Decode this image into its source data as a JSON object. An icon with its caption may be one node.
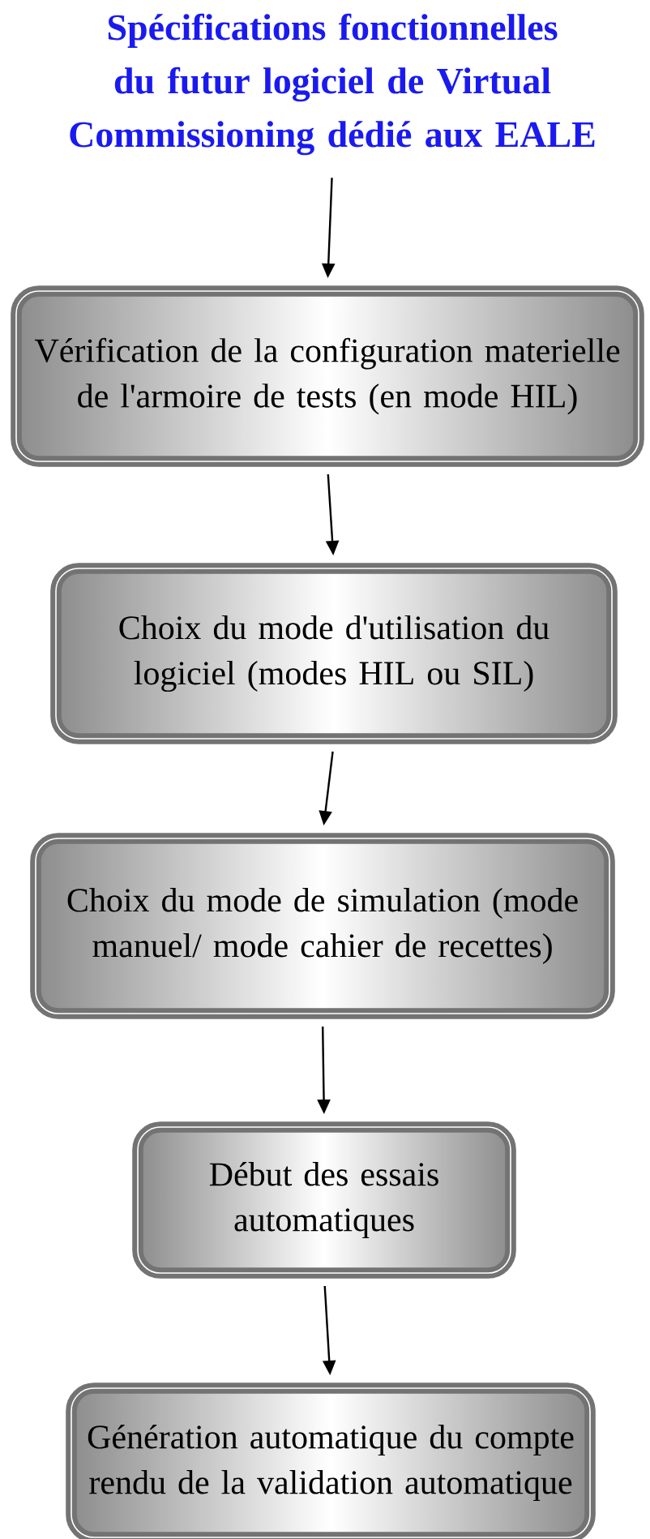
{
  "diagram": {
    "nodes": [
      {
        "text": [
          "Spécifications fonctionnelles du futur logiciel de Virtual Commissioning dédié aux EALE"
        ]
      },
      {
        "text": [
          "Vérification de la configuration materielle de l'armoire de tests (en mode HIL)"
        ]
      },
      {
        "text": [
          "Choix du mode d'utilisation du logiciel (modes HIL ou SIL)"
        ]
      },
      {
        "text": [
          "Choix du mode de simulation (mode manuel/ mode cahier de recettes)"
        ]
      },
      {
        "text": [
          "Début des essais automatiques"
        ]
      },
      {
        "text": [
          "Génération automatique du compte rendu de la validation automatique"
        ]
      }
    ],
    "edges": [
      {
        "from": 0,
        "to": 1,
        "arrow": "to"
      },
      {
        "from": 1,
        "to": 2,
        "arrow": "to"
      },
      {
        "from": 2,
        "to": 3,
        "arrow": "to"
      },
      {
        "from": 3,
        "to": 4,
        "arrow": "to"
      },
      {
        "from": 4,
        "to": 5,
        "arrow": "to"
      }
    ]
  }
}
